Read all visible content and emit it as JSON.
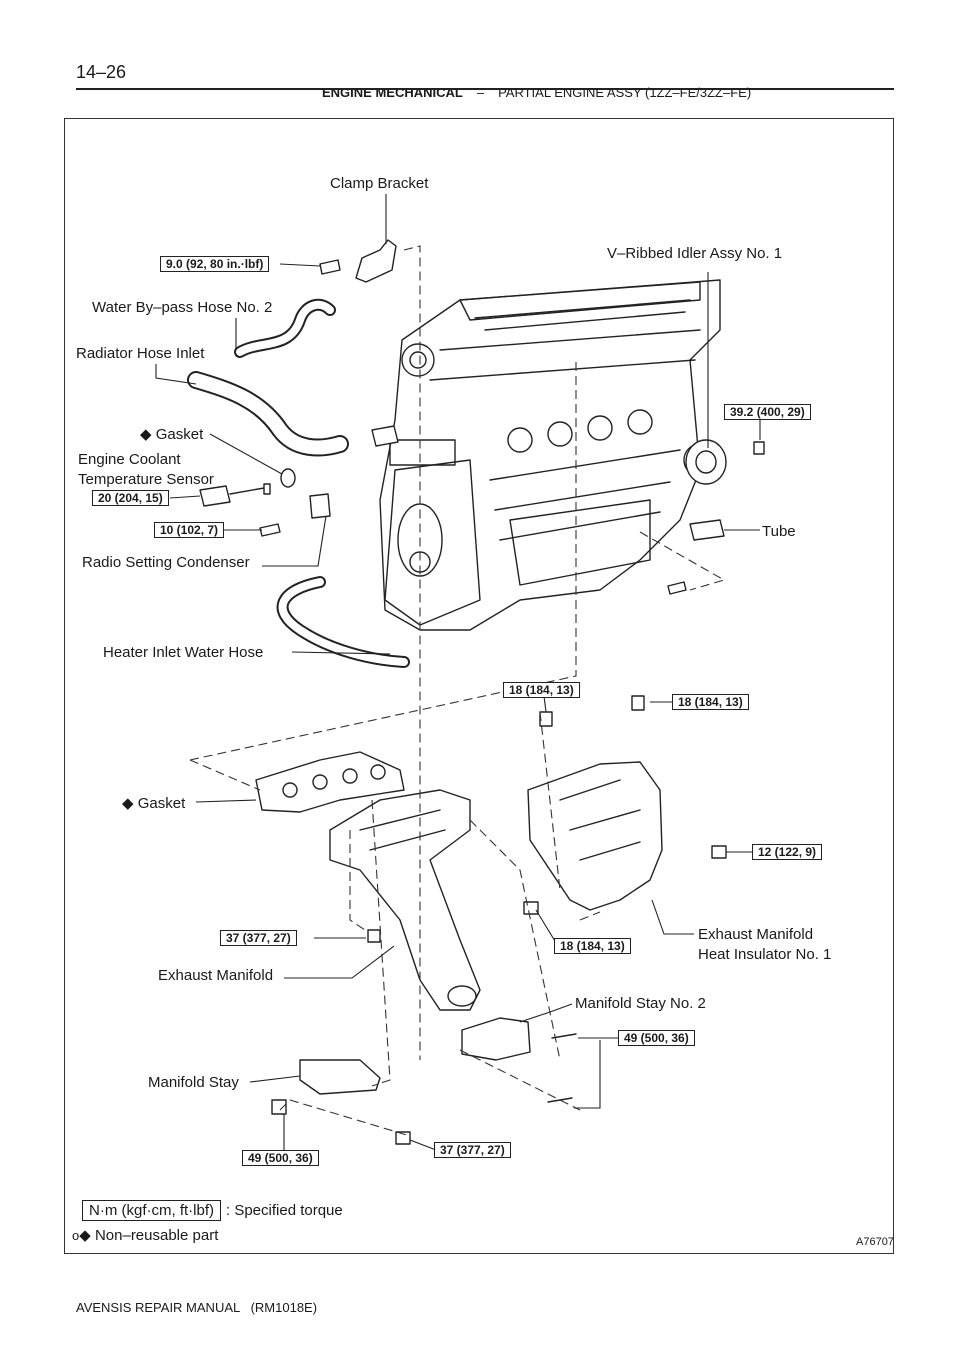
{
  "header": {
    "page_number": "14–26",
    "section": "ENGINE MECHANICAL",
    "separator": "–",
    "subsection": "PARTIAL ENGINE ASSY (1ZZ–FE/3ZZ–FE)"
  },
  "labels": {
    "clamp_bracket": "Clamp Bracket",
    "idler_assy": "V–Ribbed Idler Assy No. 1",
    "water_bypass_hose": "Water By–pass Hose No. 2",
    "radiator_hose_inlet": "Radiator Hose Inlet",
    "gasket_upper": "Gasket",
    "coolant_sensor_line1": "Engine Coolant",
    "coolant_sensor_line2": "Temperature Sensor",
    "radio_condenser": "Radio Setting Condenser",
    "tube": "Tube",
    "heater_hose": "Heater Inlet Water Hose",
    "gasket_lower": "Gasket",
    "heat_insulator_line1": "Exhaust Manifold",
    "heat_insulator_line2": "Heat Insulator No. 1",
    "exhaust_manifold": "Exhaust Manifold",
    "manifold_stay_2": "Manifold Stay No. 2",
    "manifold_stay": "Manifold Stay"
  },
  "torques": {
    "clamp_bracket": "9.0 (92, 80 in.·lbf)",
    "idler": "39.2 (400, 29)",
    "coolant_sensor": "20 (204, 15)",
    "condenser": "10 (102, 7)",
    "insulator_top_left": "18 (184, 13)",
    "insulator_top_right": "18 (184, 13)",
    "insulator_right": "12 (122, 9)",
    "manifold_nut": "37 (377, 27)",
    "insulator_bottom": "18 (184, 13)",
    "stay2_bolts": "49 (500, 36)",
    "stay_bolt": "49 (500, 36)",
    "stay_nut": "37 (377, 27)"
  },
  "legend": {
    "unit_box": "N·m (kgf·cm, ft·lbf)",
    "unit_text": ": Specified torque",
    "prefix": "o",
    "nonreusable_text": "Non–reusable part"
  },
  "figure_code": "A76707",
  "footer": "AVENSIS REPAIR MANUAL   (RM1018E)"
}
